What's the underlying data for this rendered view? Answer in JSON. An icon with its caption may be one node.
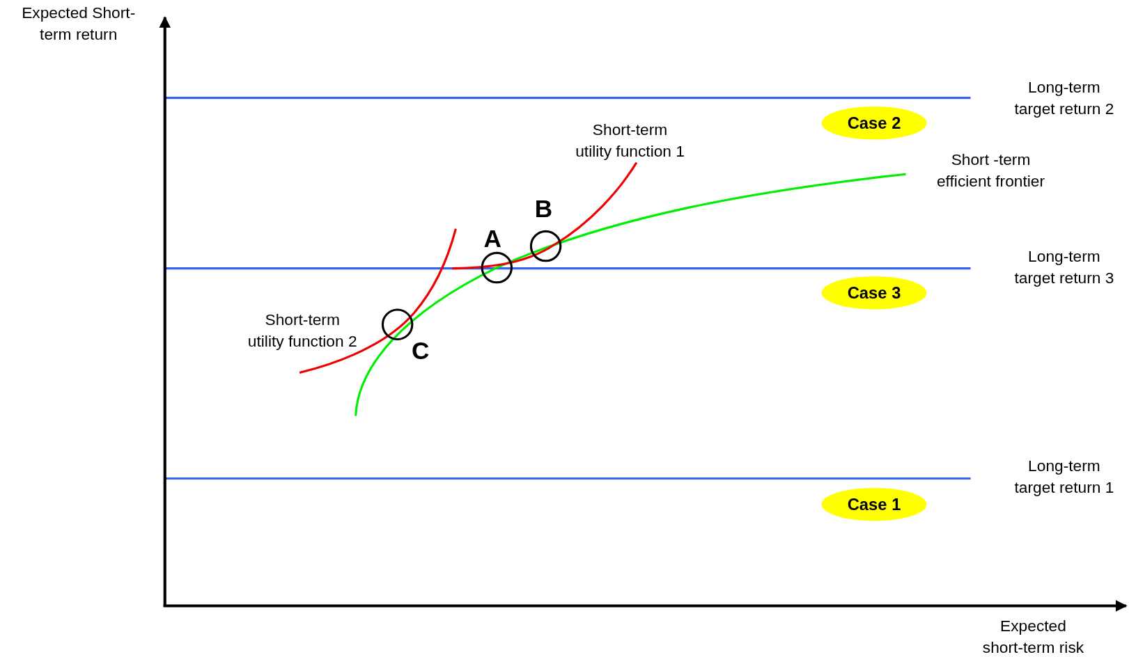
{
  "diagram": {
    "nodes": [
      {
        "text": [
          "Case 2"
        ]
      },
      {
        "text": [
          "Case 3"
        ]
      },
      {
        "text": [
          "Case 1"
        ]
      },
      {
        "text": [],
        "shape": "circle",
        "beside": [
          "B"
        ]
      },
      {
        "text": [],
        "shape": "circle",
        "beside": [
          "A"
        ]
      },
      {
        "text": [],
        "shape": "circle",
        "beside": [
          "C"
        ]
      }
    ],
    "labels": [
      "Expected Short-term return",
      "Long-term target return 2",
      "Short-term utility function 1",
      "Short -term efficient frontier",
      "Long-term target return 3",
      "Short-term utility function 2",
      "Long-term target return 1",
      "Expected short-term risk"
    ]
  }
}
